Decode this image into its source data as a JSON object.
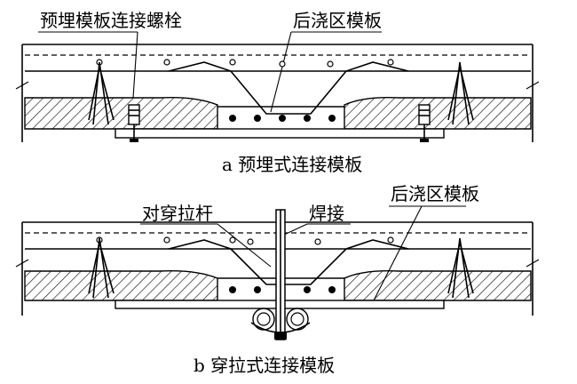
{
  "diagram_a": {
    "label_left": "预埋模板连接螺栓",
    "label_right": "后浇区模板",
    "caption": "a  预埋式连接模板"
  },
  "diagram_b": {
    "label_rod": "对穿拉杆",
    "label_weld": "焊接",
    "label_right": "后浇区模板",
    "caption": "b  穿拉式连接模板"
  }
}
